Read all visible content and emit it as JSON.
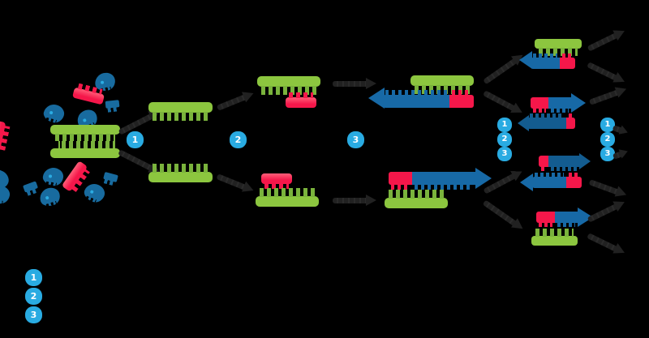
{
  "colors": {
    "background": "#000000",
    "template_strand": "#8CC63F",
    "strand_teeth": "#7AB33C",
    "primer": "#F5174A",
    "primer_highlight": "#FF5F79",
    "new_strand": "#1769A6",
    "old_new_strand": "#135C90",
    "enzyme": "#186B9F",
    "enzyme_dot": "#2BACE2",
    "step_badge": "#29ABE2",
    "badge_text": "#FFFFFF",
    "process_arrow": "#212121"
  },
  "step_badges": [
    "1",
    "2",
    "3"
  ],
  "cycle2_left_stack": [
    "1",
    "2",
    "3"
  ],
  "cycle2_right_stack": [
    "1",
    "2",
    "3"
  ],
  "legend_steps": [
    "1",
    "2",
    "3"
  ]
}
